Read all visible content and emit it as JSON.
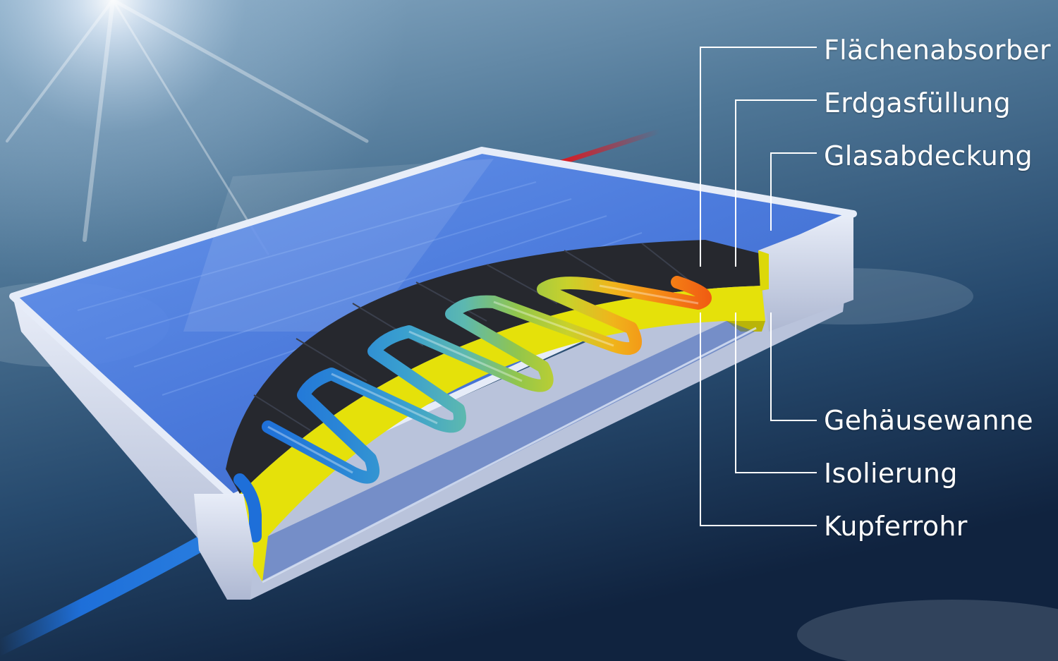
{
  "labels": {
    "top": [
      "Flächenabsorber",
      "Erdgasfüllung",
      "Glasabdeckung"
    ],
    "bottom": [
      "Gehäusewanne",
      "Isolierung",
      "Kupferrohr"
    ]
  },
  "colors": {
    "sky_top": "#7fa3bf",
    "sky_bottom": "#0f2440",
    "glass": "#4f7fe0",
    "frame": "#cfd6ea",
    "absorber": "#26282e",
    "insulation": "#e5e10a",
    "outlet_pipe": "#e0161d",
    "inlet_pipe": "#1e6fd9",
    "leader_line": "#ffffff"
  },
  "pipe_gradient": [
    "#1e6fd9",
    "#2a86d6",
    "#3aa0cf",
    "#5cb8b0",
    "#93c64a",
    "#c9d12b",
    "#f0b41b",
    "#f58a16",
    "#f05a12"
  ]
}
